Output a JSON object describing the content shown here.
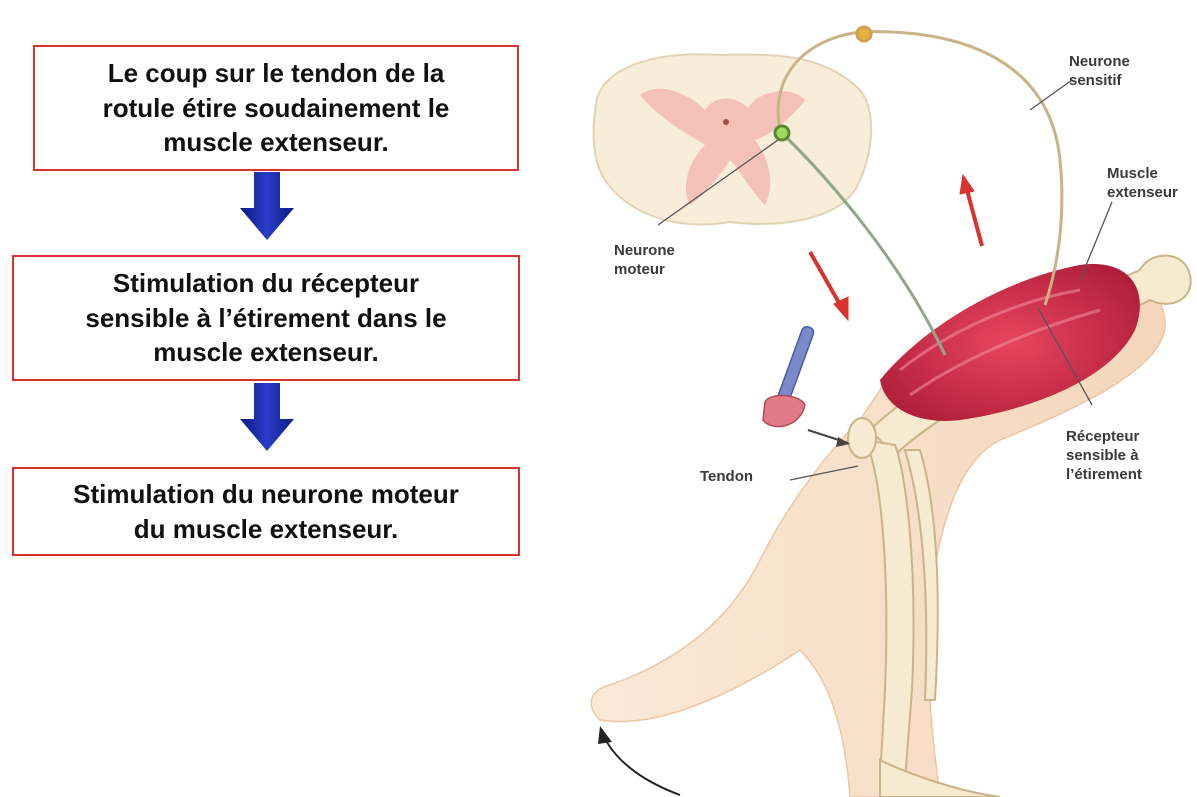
{
  "flowchart": {
    "step1": "Le coup sur le tendon de la\nrotule étire soudainement le\nmuscle extenseur.",
    "step2": "Stimulation du récepteur\nsensible à l’étirement dans le\nmuscle extenseur.",
    "step3": "Stimulation du neurone moteur\ndu muscle extenseur.",
    "box_border_color": "#d8332d",
    "arrow_color": "#1a2aa8"
  },
  "illustration": {
    "labels": {
      "sensory_neuron": "Neurone\nsensitif",
      "extensor_muscle": "Muscle\nextenseur",
      "motor_neuron": "Neurone\nmoteur",
      "tendon": "Tendon",
      "stretch_receptor": "Récepteur\nsensible à\nl’étirement"
    },
    "arrow_color": "#d8332d",
    "muscle_color": "#d9304f"
  }
}
